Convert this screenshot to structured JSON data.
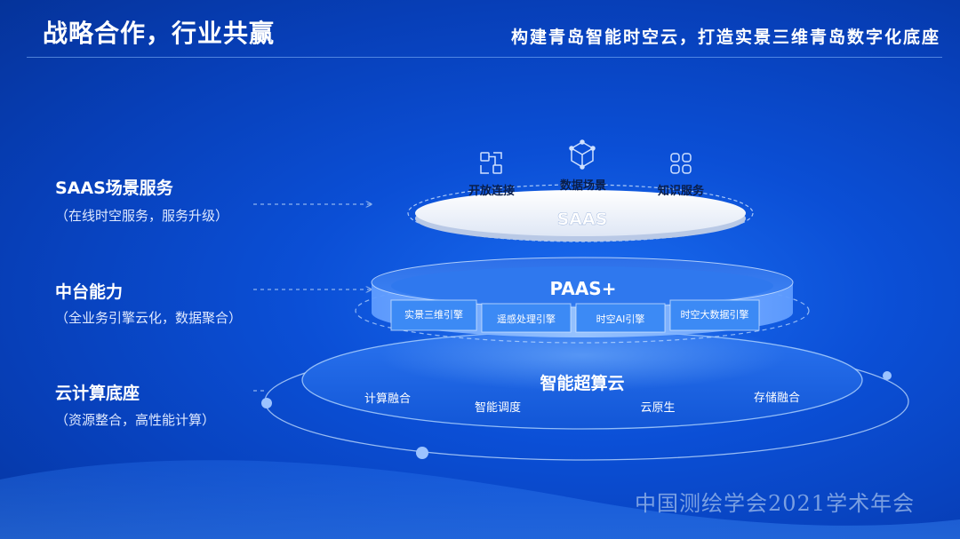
{
  "header": {
    "title": "战略合作，行业共赢",
    "subtitle": "构建青岛智能时空云，打造实景三维青岛数字化底座"
  },
  "layers": {
    "saas": {
      "label": "SAAS场景服务",
      "desc": "（在线时空服务，服务升级）",
      "core": "SAAS",
      "items": [
        {
          "icon": "link-icon",
          "label": "开放连接"
        },
        {
          "icon": "cube-icon",
          "label": "数据场景"
        },
        {
          "icon": "apps-icon",
          "label": "知识服务"
        }
      ]
    },
    "paas": {
      "label": "中台能力",
      "desc": "（全业务引擎云化，数据聚合）",
      "core": "PAAS+",
      "items": [
        "实景三维引擎",
        "遥感处理引擎",
        "时空AI引擎",
        "时空大数据引擎"
      ]
    },
    "cloud": {
      "label": "云计算底座",
      "desc": "（资源整合，高性能计算）",
      "core": "智能超算云",
      "items": [
        "计算融合",
        "智能调度",
        "云原生",
        "存储融合"
      ]
    }
  },
  "footer": {
    "watermark": "中国测绘学会2021学术年会"
  }
}
